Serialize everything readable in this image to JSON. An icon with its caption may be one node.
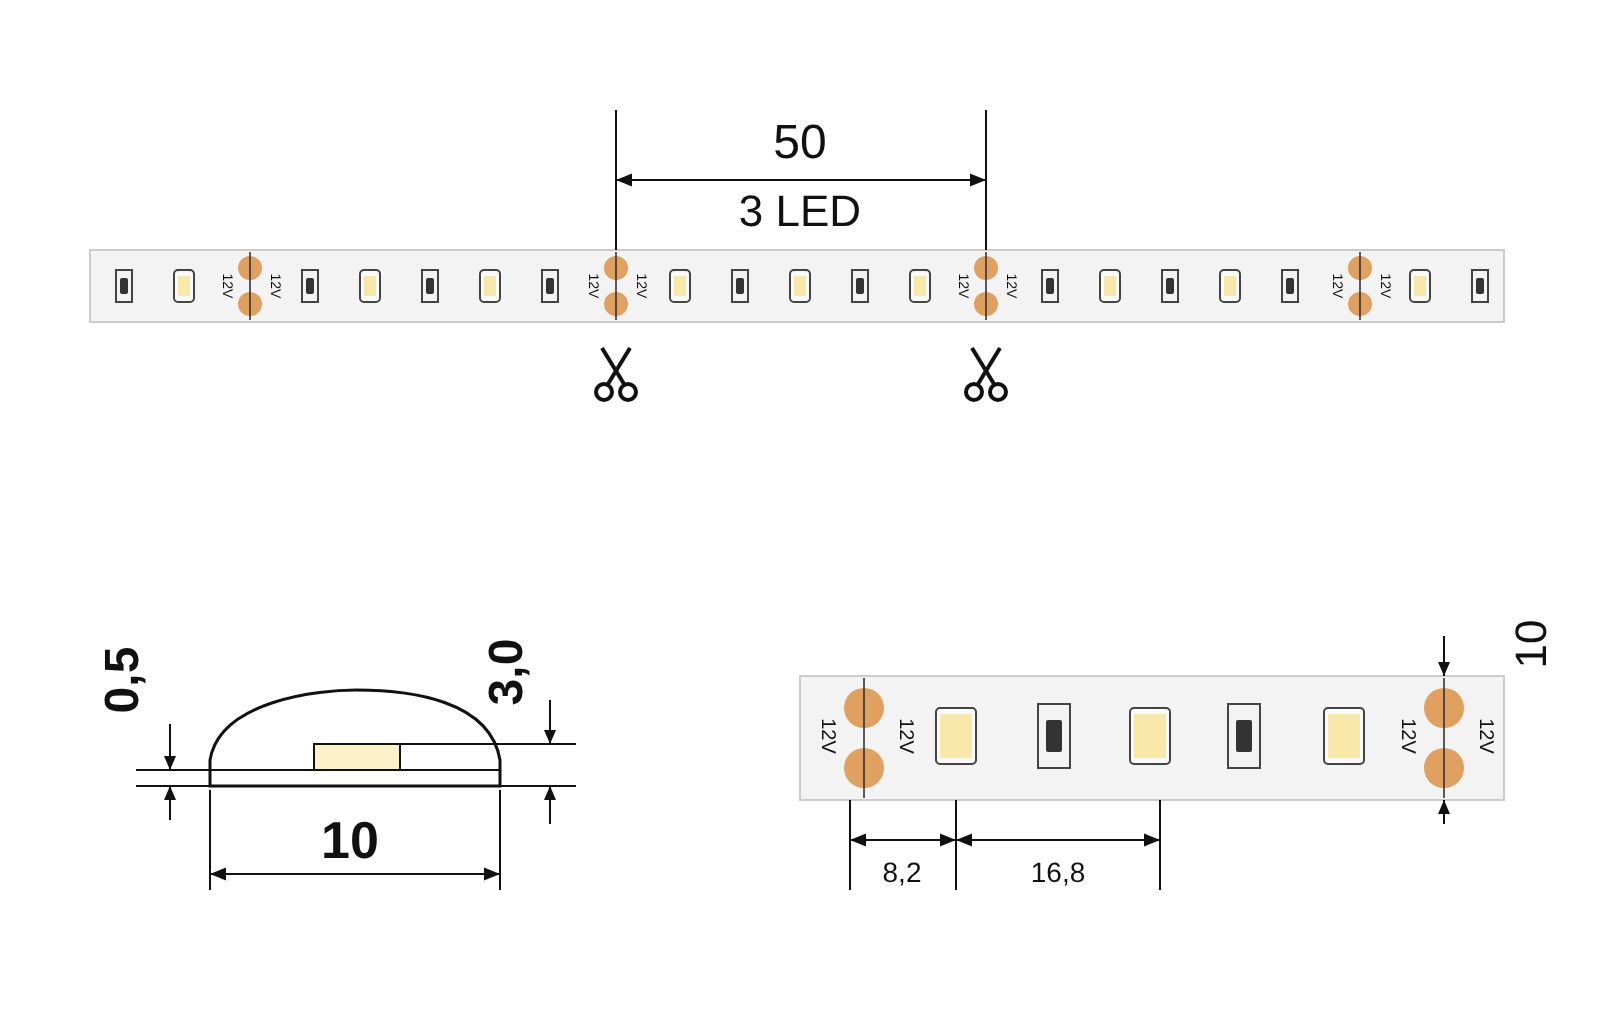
{
  "diagram": {
    "labels": [
      "50",
      "3 LED",
      "12V",
      "12V",
      "12V",
      "12V",
      "12V",
      "12V",
      "12V",
      "12V",
      "0,5",
      "3,0",
      "10",
      "12V",
      "12V",
      "12V",
      "12V",
      "10",
      "8,2",
      "16,8"
    ]
  }
}
